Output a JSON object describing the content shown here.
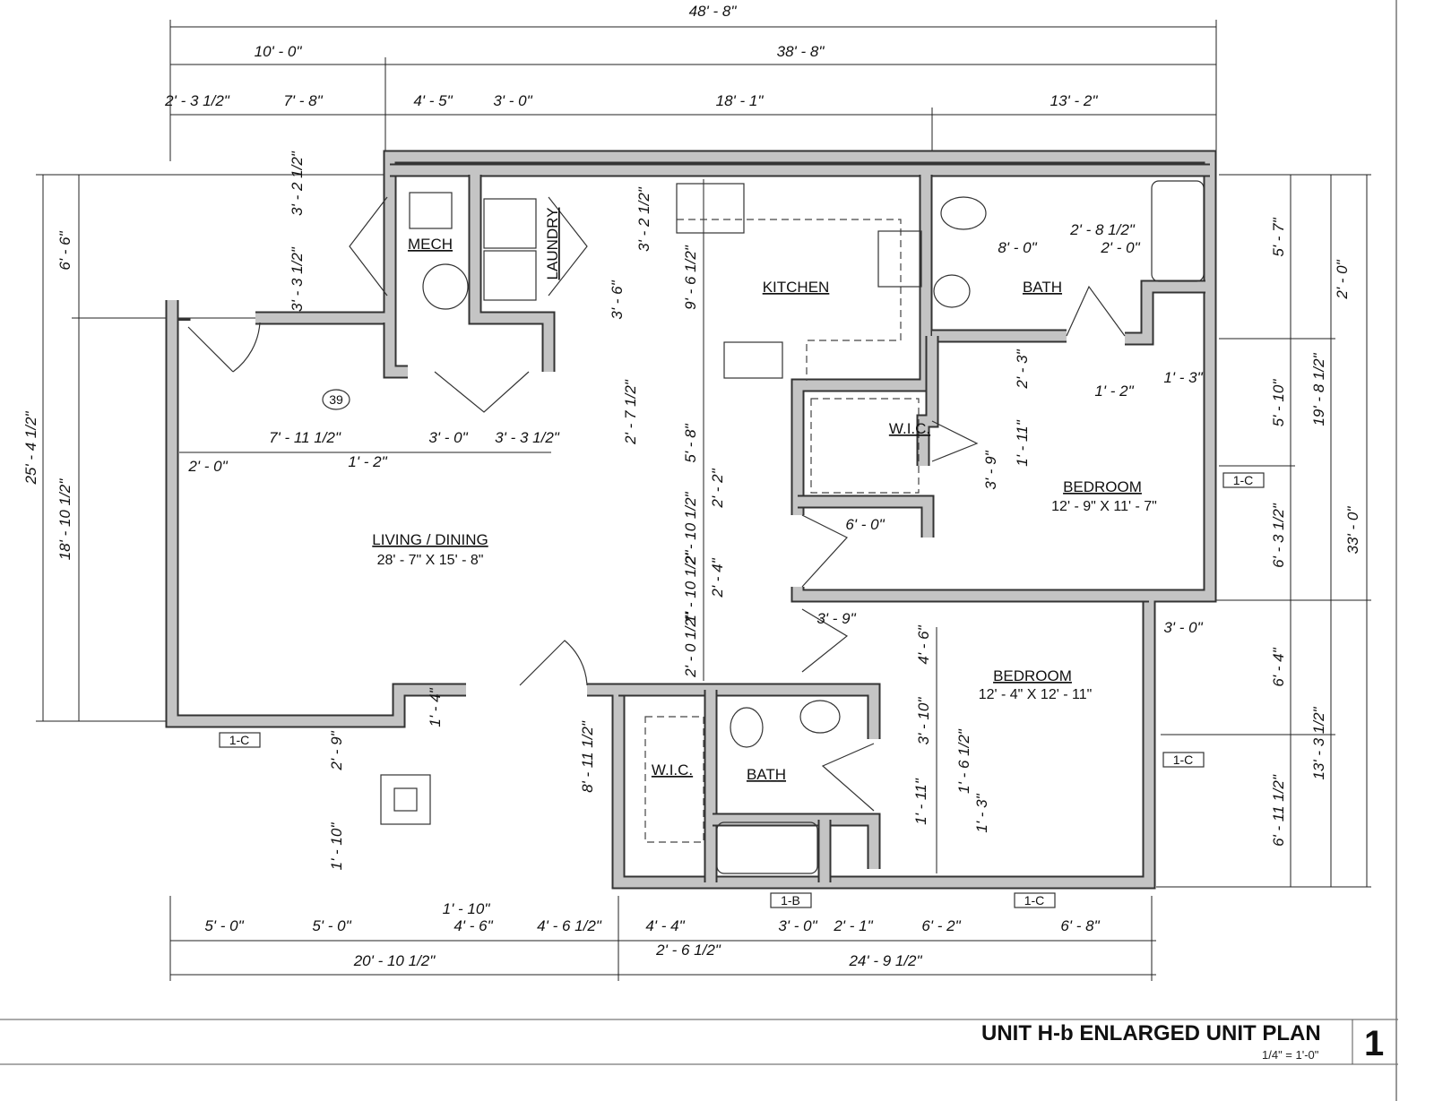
{
  "title_block": {
    "title": "UNIT H-b ENLARGED UNIT PLAN",
    "scale": "1/4\" = 1'-0\"",
    "drawing_number": "1"
  },
  "rooms": {
    "mech": "MECH",
    "laundry": "LAUNDRY",
    "kitchen": "KITCHEN",
    "bath1": "BATH",
    "wic1": "W.I.C.",
    "bedroom1": "BEDROOM",
    "bedroom1_size": "12' - 9\" X 11' - 7\"",
    "living": "LIVING / DINING",
    "living_size": "28' - 7\" X 15' - 8\"",
    "bedroom2": "BEDROOM",
    "bedroom2_size": "12' - 4\" X 12' - 11\"",
    "wic2": "W.I.C.",
    "bath2": "BATH"
  },
  "tags": {
    "window_c": "1-C",
    "window_b": "1-B",
    "keynote": "39"
  },
  "dims": {
    "top": [
      "48' - 8\"",
      "10' - 0\"",
      "38' - 8\"",
      "2' - 3 1/2\"",
      "7' - 8\"",
      "4' - 5\"",
      "3' - 0\"",
      "18' - 1\"",
      "13' - 2\""
    ],
    "bottom": [
      "5' - 0\"",
      "5' - 0\"",
      "4' - 6\"",
      "4' - 6 1/2\"",
      "4' - 4\"",
      "3' - 0\"",
      "2' - 1\"",
      "6' - 2\"",
      "6' - 8\"",
      "1' - 10\"",
      "2' - 6 1/2\"",
      "20' - 10 1/2\"",
      "24' - 9 1/2\""
    ],
    "left": [
      "6' - 6\"",
      "25' - 4 1/2\"",
      "18' - 10 1/2\""
    ],
    "right": [
      "5' - 7\"",
      "2' - 0\"",
      "5' - 10\"",
      "19' - 8 1/2\"",
      "6' - 3 1/2\"",
      "33' - 0\"",
      "6' - 4\"",
      "13' - 3 1/2\"",
      "6' - 11 1/2\""
    ],
    "interior_h": [
      "7' - 11 1/2\"",
      "3' - 0\"",
      "3' - 3 1/2\"",
      "2' - 0\"",
      "1' - 2\"",
      "8' - 0\"",
      "2' - 8 1/2\"",
      "2' - 0\"",
      "1' - 2\"",
      "1' - 3\"",
      "6' - 0\"",
      "3' - 9\"",
      "3' - 0\""
    ],
    "interior_v": [
      "3' - 2 1/2\"",
      "3' - 3 1/2\"",
      "3' - 2 1/2\"",
      "3' - 6\"",
      "9' - 6 1/2\"",
      "2' - 7 1/2\"",
      "5' - 8\"",
      "2' - 2\"",
      "2' - 10 1/2\"",
      "1' - 10 1/2\"",
      "2' - 4\"",
      "2' - 0 1/2\"",
      "2' - 3\"",
      "1' - 11\"",
      "3' - 9\"",
      "4' - 6\"",
      "3' - 10\"",
      "1' - 11\"",
      "1' - 6 1/2\"",
      "1' - 3\"",
      "1' - 4\"",
      "2' - 9\"",
      "1' - 10\"",
      "8' - 11 1/2\""
    ]
  }
}
